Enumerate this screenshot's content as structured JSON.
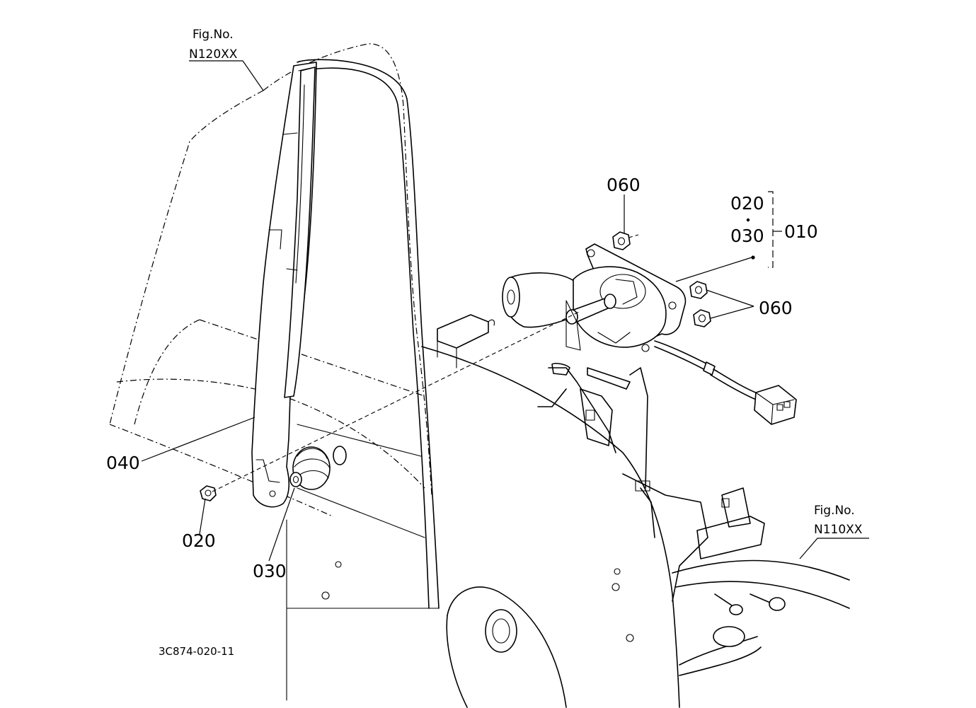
{
  "figure_refs": {
    "top": {
      "prefix": "Fig.No.",
      "code": "N120XX"
    },
    "right": {
      "prefix": "Fig.No.",
      "code": "N110XX"
    }
  },
  "callouts": {
    "c060_top": "060",
    "c020_group": "020",
    "c030_group": "030",
    "c010": "010",
    "c060_right": "060",
    "c040": "040",
    "c020": "020",
    "c030": "030"
  },
  "document_number": "3C874-020-11"
}
